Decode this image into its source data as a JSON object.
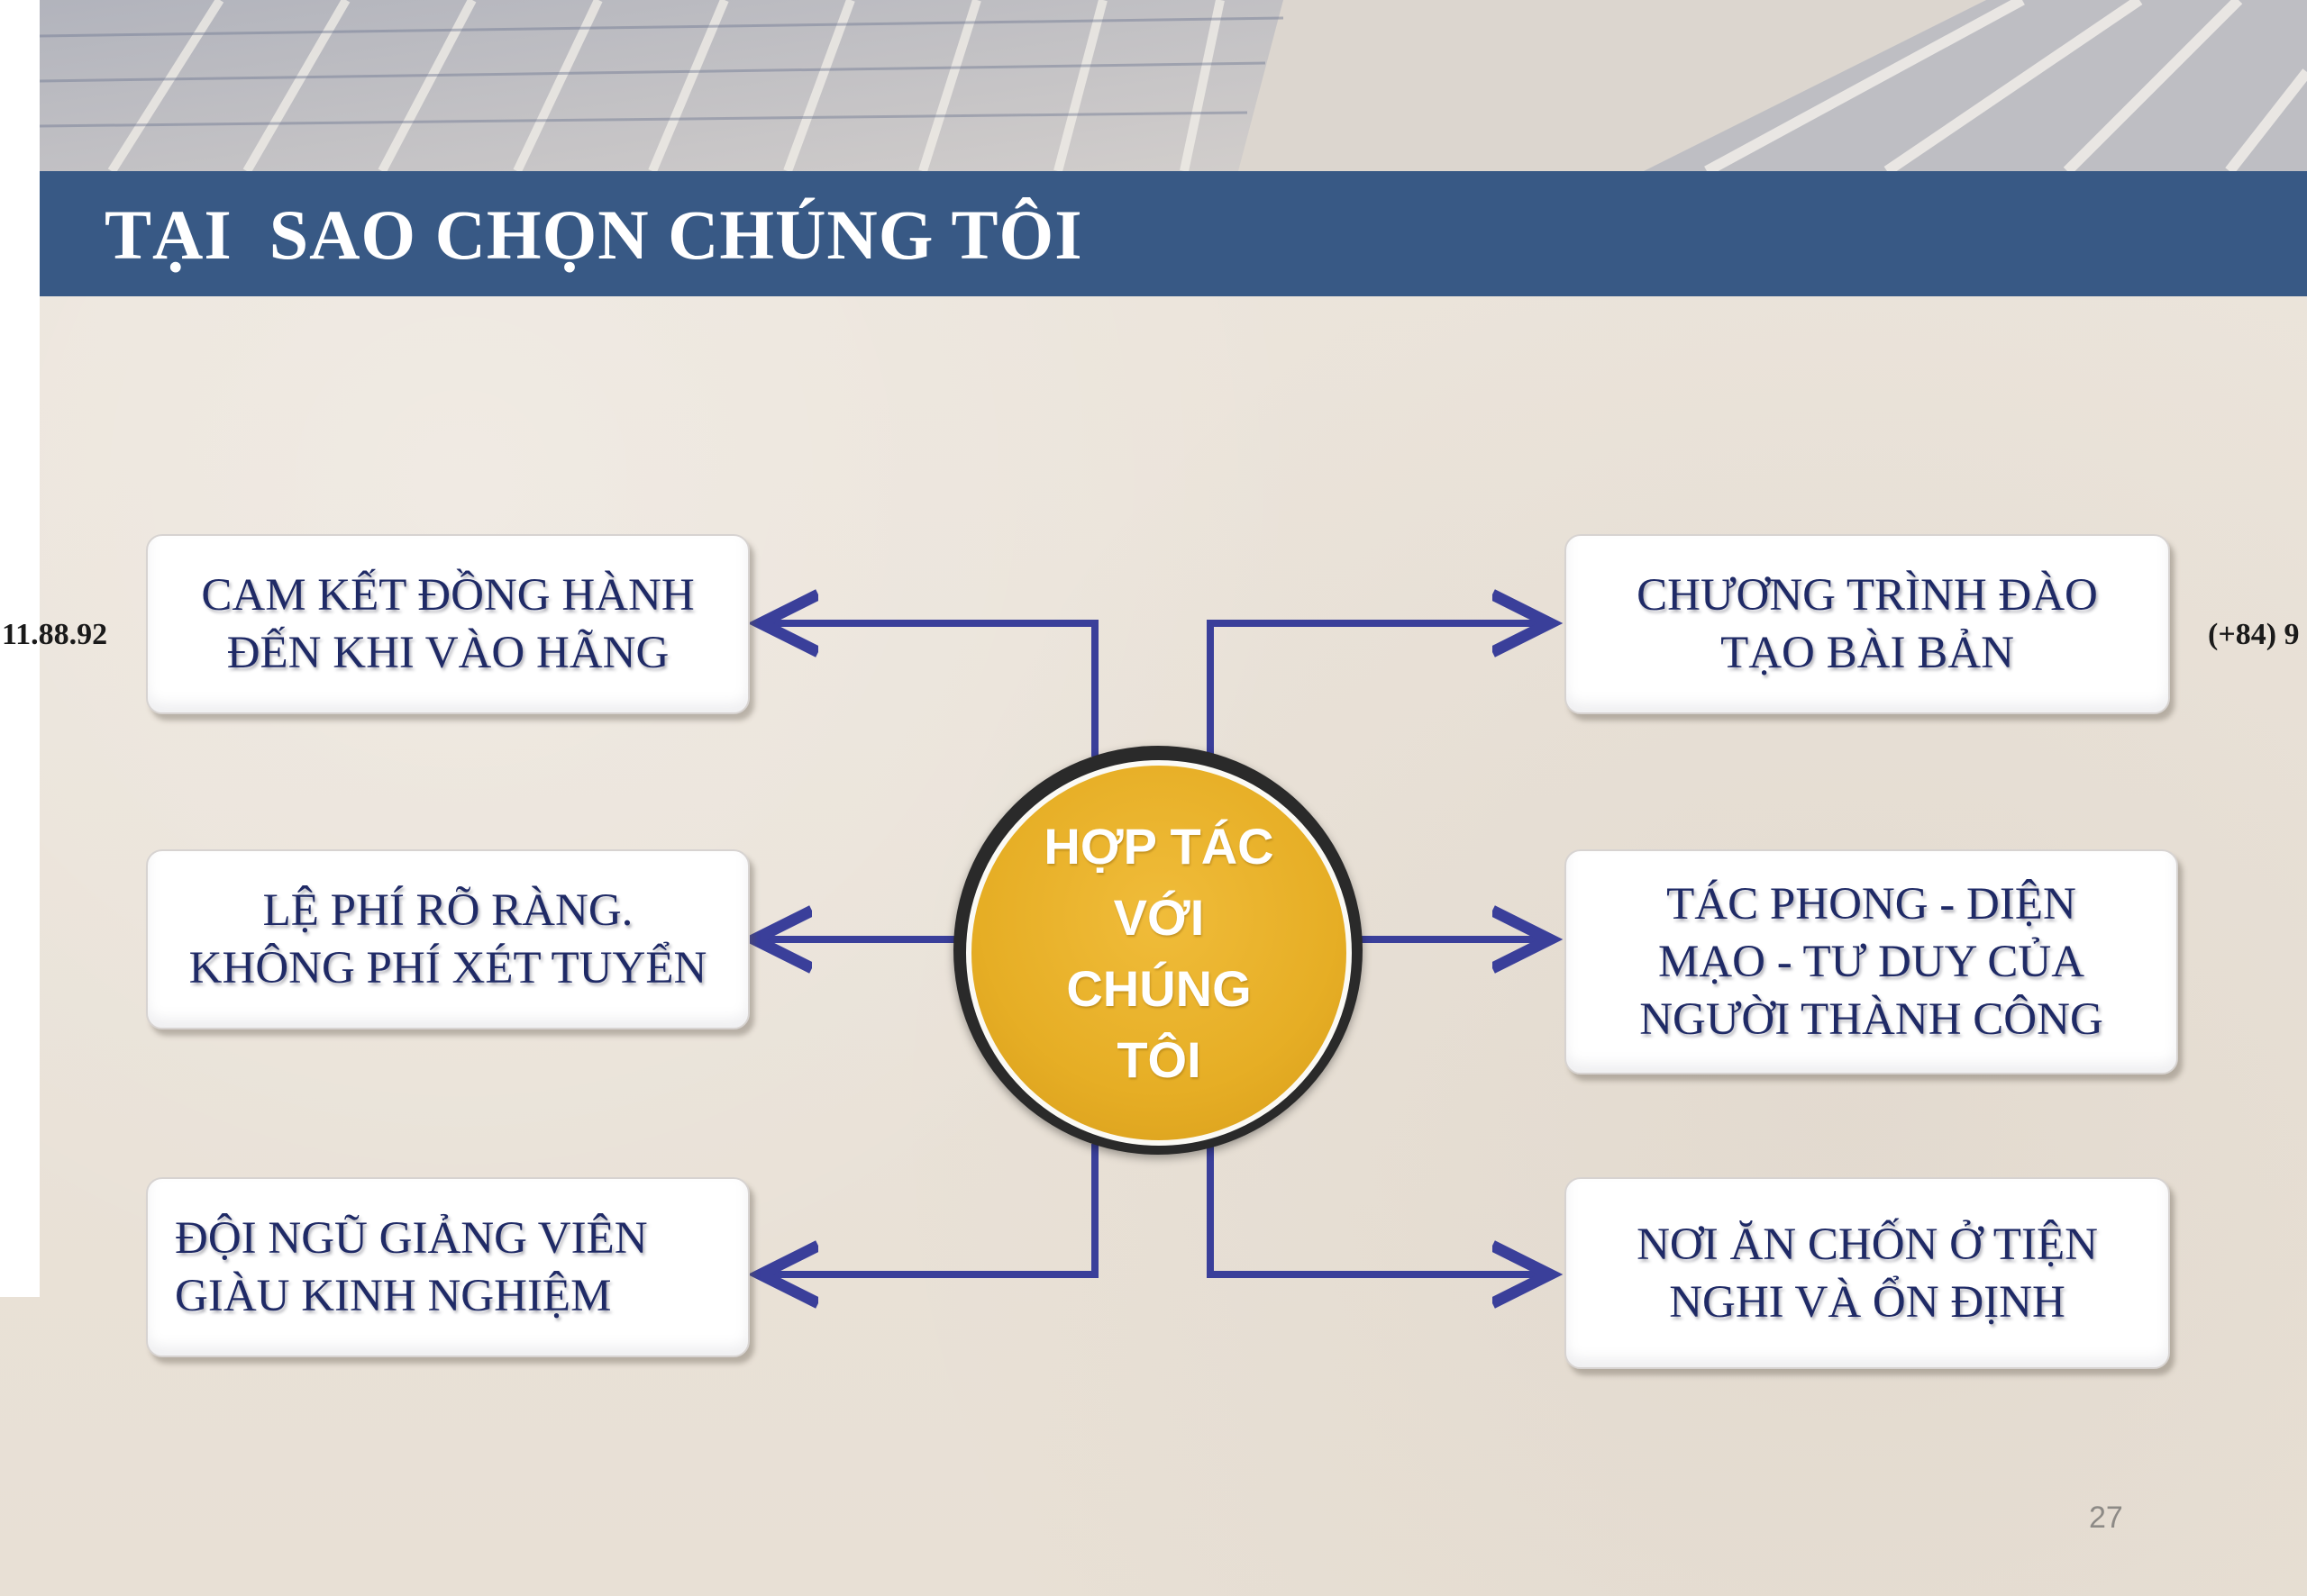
{
  "title": "TẠI  SAO CHỌN CHÚNG TÔI",
  "center": {
    "text": "HỢP TÁC\nVỚI\nCHÚNG\nTÔI"
  },
  "boxes": {
    "left_top": "CAM KẾT ĐỒNG HÀNH\nĐẾN KHI VÀO HÃNG",
    "left_middle": "LỆ PHÍ RÕ RÀNG.\nKHÔNG PHÍ XÉT TUYỂN",
    "left_bottom": "ĐỘI NGŨ GIẢNG VIÊN\nGIÀU KINH NGHIỆM",
    "right_top": "CHƯƠNG TRÌNH ĐÀO\nTẠO BÀI BẢN",
    "right_middle": "TÁC PHONG -  DIỆN\nMẠO -  TƯ DUY CỦA\nNGƯỜI THÀNH CÔNG",
    "right_bottom": "NƠI ĂN CHỐN Ở TIỆN\nNGHI VÀ ỔN ĐỊNH"
  },
  "side_text": {
    "left": "11.88.92",
    "right": "(+84) 9"
  },
  "page_number": "27",
  "colors": {
    "title_bar": "#385985",
    "arrow": "#3a3f9a",
    "box_text": "#1f2a66",
    "center_fill": "#e6ae25"
  }
}
